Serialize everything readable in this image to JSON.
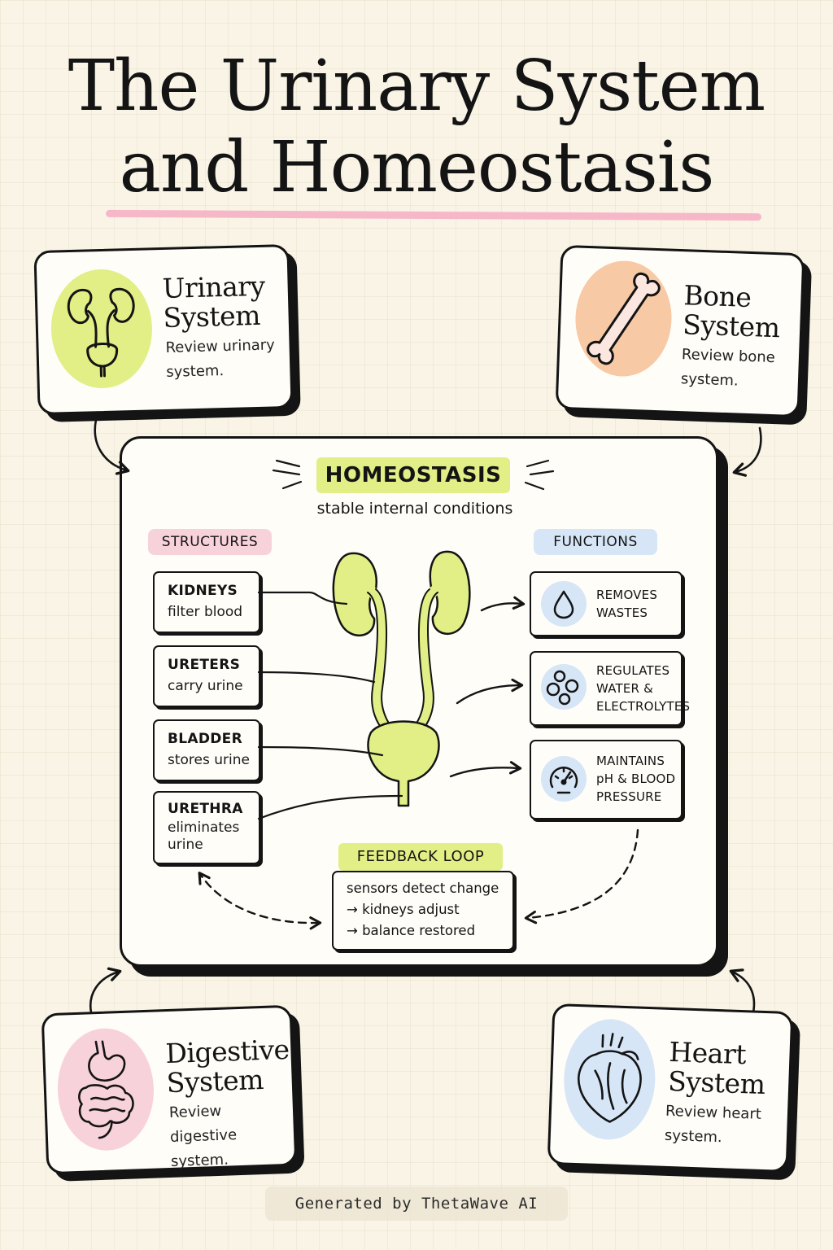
{
  "title": {
    "line1": "The Urinary System",
    "line2": "and Homeostasis"
  },
  "cards": {
    "urinary": {
      "title_line1": "Urinary",
      "title_line2": "System",
      "desc_line1": "Review urinary",
      "desc_line2": "system.",
      "icon": "kidneys-bladder-icon",
      "color": "#e2ee86"
    },
    "bone": {
      "title_line1": "Bone",
      "title_line2": "System",
      "desc_line1": "Review bone",
      "desc_line2": "system.",
      "icon": "bone-icon",
      "color": "#f7c9a4"
    },
    "digestive": {
      "title_line1": "Digestive",
      "title_line2": "System",
      "desc_line1": "Review digestive",
      "desc_line2": "system.",
      "icon": "stomach-intestines-icon",
      "color": "#f7d2da"
    },
    "heart": {
      "title_line1": "Heart",
      "title_line2": "System",
      "desc_line1": "Review heart",
      "desc_line2": "system.",
      "icon": "heart-icon",
      "color": "#d6e6f6"
    }
  },
  "main": {
    "heading": "HOMEOSTASIS",
    "subtitle": "stable internal conditions",
    "structures_label": "STRUCTURES",
    "functions_label": "FUNCTIONS",
    "structures": [
      {
        "name": "KIDNEYS",
        "desc": "filter blood"
      },
      {
        "name": "URETERS",
        "desc": "carry urine"
      },
      {
        "name": "BLADDER",
        "desc": "stores urine"
      },
      {
        "name": "URETHRA",
        "desc_line1": "eliminates",
        "desc_line2": "urine"
      }
    ],
    "functions": [
      {
        "line1": "REMOVES",
        "line2": "WASTES",
        "icon": "water-drop-icon"
      },
      {
        "line1": "REGULATES",
        "line2": "WATER &",
        "line3": "ELECTROLYTES",
        "icon": "molecules-icon"
      },
      {
        "line1": "MAINTAINS",
        "line2": "pH & BLOOD",
        "line3": "PRESSURE",
        "icon": "gauge-icon"
      }
    ],
    "feedback": {
      "label": "FEEDBACK LOOP",
      "line1": "sensors detect change",
      "line2": "→ kidneys adjust",
      "line3": "→ balance restored"
    },
    "colors": {
      "accent_green": "#e2ee86",
      "accent_pink": "#f7d2da",
      "accent_blue": "#d6e6f6",
      "underline_pink": "#f6b8c8"
    }
  },
  "footer": "Generated by ThetaWave AI"
}
